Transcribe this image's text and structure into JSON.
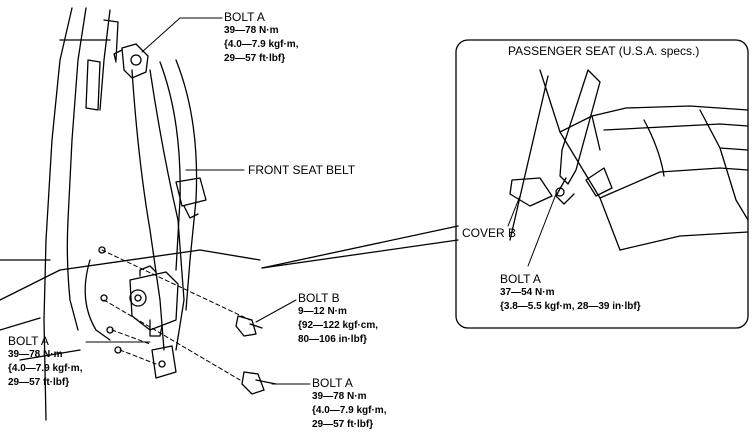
{
  "callouts": {
    "bolt_a_top": {
      "title": "BOLT A",
      "spec1": "39—78 N·m",
      "spec2": "{4.0—7.9 kgf·m,",
      "spec3": "29—57 ft·lbf}"
    },
    "front_seat_belt": {
      "title": "FRONT SEAT BELT"
    },
    "bolt_b": {
      "title": "BOLT B",
      "spec1": "9—12 N·m",
      "spec2": "{92—122 kgf·cm,",
      "spec3": "80—106 in·lbf}"
    },
    "bolt_a_left": {
      "title": "BOLT A",
      "spec1": "39—78 N·m",
      "spec2": "{4.0—7.9 kgf·m,",
      "spec3": "29—57 ft·lbf}"
    },
    "bolt_a_bottom": {
      "title": "BOLT A",
      "spec1": "39—78 N·m",
      "spec2": "{4.0—7.9 kgf·m,",
      "spec3": "29—57 ft·lbf}"
    }
  },
  "inset": {
    "title": "PASSENGER SEAT (U.S.A. specs.)",
    "cover_b": "COVER B",
    "bolt_a": {
      "title": "BOLT A",
      "spec1": "37—54 N·m",
      "spec2": "{3.8—5.5 kgf·m, 28—39 in·lbf}"
    }
  }
}
